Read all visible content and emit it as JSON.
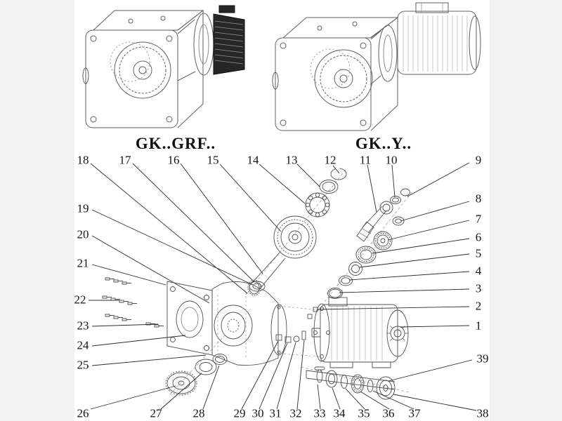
{
  "diagram": {
    "model_left": "GK..GRF..",
    "model_right": "GK..Y..",
    "callouts": [
      "18",
      "17",
      "16",
      "15",
      "14",
      "13",
      "12",
      "11",
      "10",
      "9",
      "8",
      "7",
      "6",
      "5",
      "4",
      "3",
      "2",
      "1",
      "39",
      "19",
      "20",
      "21",
      "22",
      "23",
      "24",
      "25",
      "26",
      "27",
      "28",
      "29",
      "30",
      "31",
      "32",
      "33",
      "34",
      "35",
      "36",
      "37",
      "38"
    ]
  }
}
